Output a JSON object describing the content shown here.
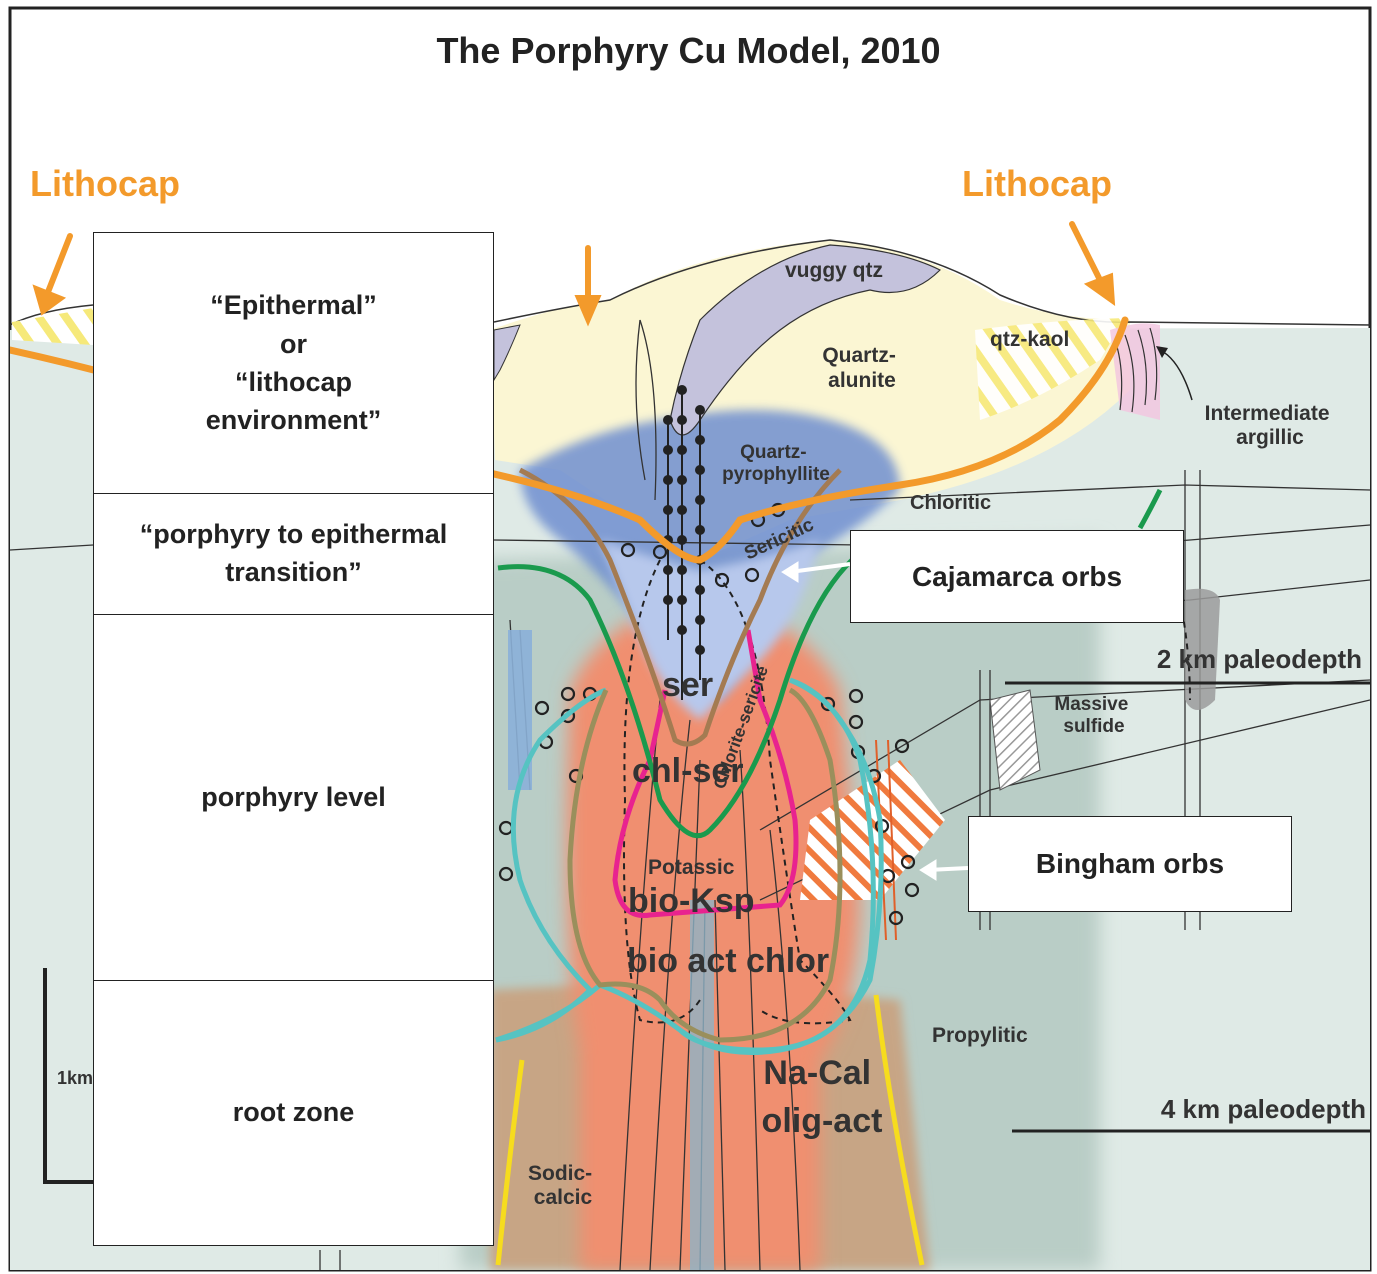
{
  "title": "The Porphyry Cu Model, 2010",
  "lithocap_left": "Lithocap",
  "lithocap_right": "Lithocap",
  "environments": [
    {
      "label": "“Epithermal”\nor\n“lithocap\nenvironment”"
    },
    {
      "label": "“porphyry to epithermal\ntransition”"
    },
    {
      "label": "porphyry level"
    },
    {
      "label": "root zone"
    }
  ],
  "callouts": {
    "cajamarca": "Cajamarca orbs",
    "bingham": "Bingham orbs"
  },
  "zones": {
    "vuggy_qtz": "vuggy qtz",
    "quartz_alunite": "Quartz-\nalunite",
    "qtz_kaol": "qtz-kaol",
    "intermediate_argillic": "Intermediate\nargillic",
    "quartz_pyrophyllite": "Quartz-\npyrophyllite",
    "chloritic": "Chloritic",
    "sericitic": "Sericitic",
    "chlorite_sericite": "Chlorite-sericite",
    "ser": "ser",
    "chl_ser": "chl-ser",
    "potassic": "Potassic",
    "bio_ksp": "bio-Ksp",
    "bio_act_chlor": "bio act chlor",
    "propylitic": "Propylitic",
    "na_cal": "Na-Cal\nolig-act",
    "sodic_calcic": "Sodic-\ncalcic",
    "massive_sulfide": "Massive\nsulfide"
  },
  "depths": {
    "two_km": "2 km paleodepth",
    "four_km": "4 km paleodepth"
  },
  "scale_label": "1km",
  "colors": {
    "lithocap_orange": "#f39a2b",
    "quartz_alunite": "#fbf6d3",
    "quartz_pyrophyllite": "#6f8fd0",
    "propylitic": "#b9cdc6",
    "potassic": "#f08f6f",
    "sodic_calcic": "#c7a585",
    "vuggy_qtz": "#c4c2dc",
    "sericite_outline": "#a47b52",
    "chlorite_outline": "#1a9a4d",
    "potassic_outline": "#e8238f",
    "actinolite_outline": "#56c3c2",
    "biotite_outline": "#9a8f5c",
    "sodic_outline": "#f6dc1e"
  }
}
